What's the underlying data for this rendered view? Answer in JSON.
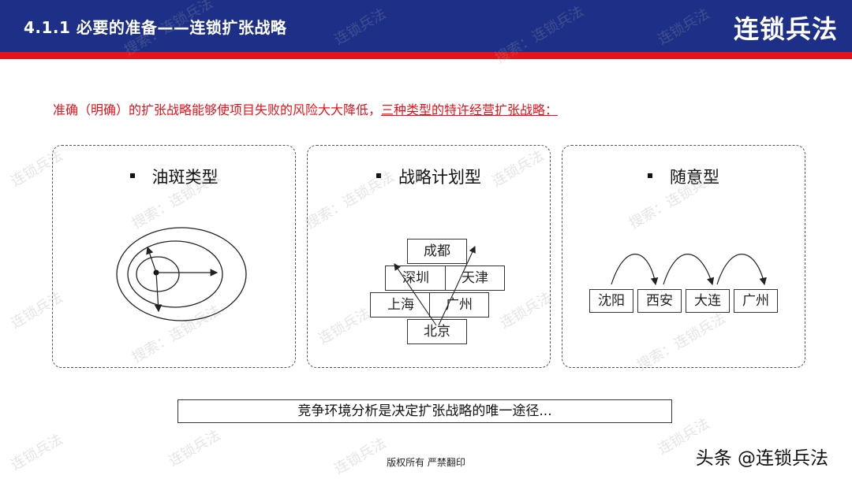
{
  "header": {
    "title": "4.1.1 必要的准备——连锁扩张战略",
    "brand": "连锁兵法",
    "bar_color": "#1d2f87",
    "band_color": "#e8121a"
  },
  "intro": {
    "text_plain": "准确（明确）的扩张战略能够使项目失败的风险大大降低，",
    "text_underlined": "三种类型的特许经营扩张战略："
  },
  "panels": [
    {
      "title": "油斑类型",
      "diagram": "concentric-ellipses-icon"
    },
    {
      "title": "战略计划型",
      "cities": [
        "成都",
        "深圳",
        "天津",
        "上海",
        "广州",
        "北京"
      ]
    },
    {
      "title": "随意型",
      "cities": [
        "沈阳",
        "西安",
        "大连",
        "广州"
      ]
    }
  ],
  "conclusion": "竞争环境分析是决定扩张战略的唯一途径...",
  "copyright": "版权所有 严禁翻印",
  "toutiao": "头条 @连锁兵法",
  "watermarks": [
    "搜索：连锁兵法",
    "连锁兵法"
  ]
}
